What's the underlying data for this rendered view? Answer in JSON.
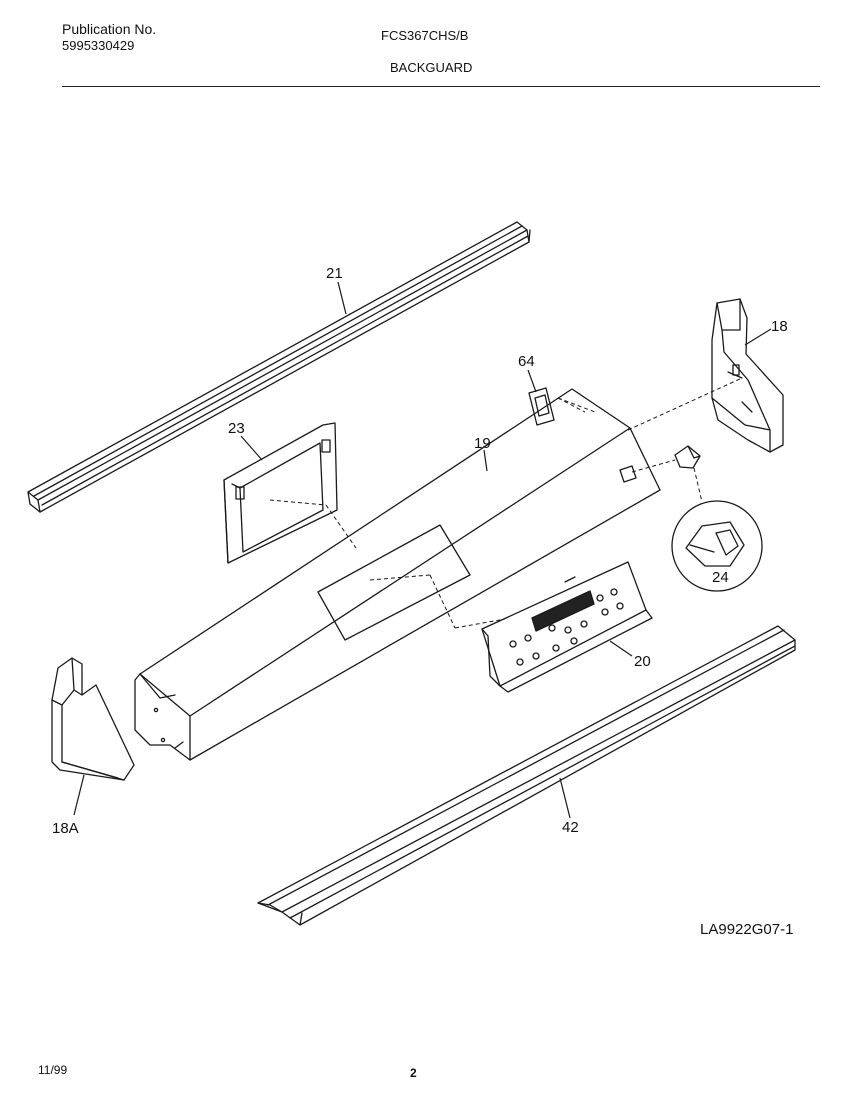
{
  "header": {
    "publication_label": "Publication No.",
    "publication_number": "5995330429",
    "model": "FCS367CHS/B",
    "section": "BACKGUARD"
  },
  "callouts": {
    "p21": "21",
    "p18": "18",
    "p64": "64",
    "p23": "23",
    "p19": "19",
    "p24": "24",
    "p20": "20",
    "p18a": "18A",
    "p42": "42"
  },
  "drawing_id": "LA9922G07-1",
  "footer": {
    "date": "11/99",
    "page": "2"
  }
}
